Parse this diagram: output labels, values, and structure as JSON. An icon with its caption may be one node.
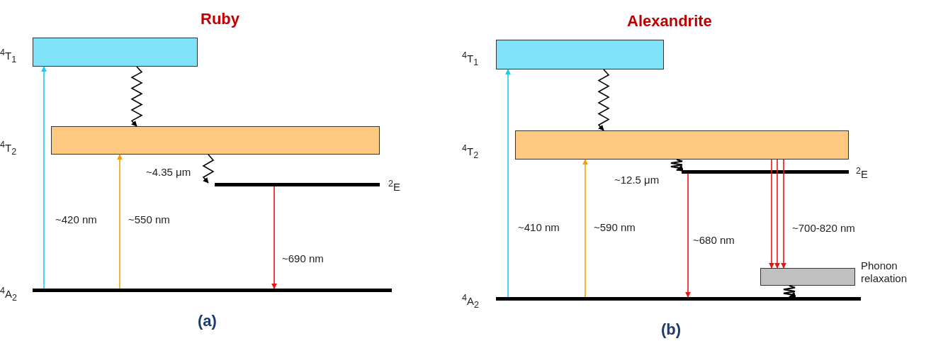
{
  "diagram": {
    "nodes": [
      {
        "text": [
          "$^{4}$T$_{1}$"
        ]
      },
      {
        "text": [
          "$^{4}$T$_{2}$"
        ]
      },
      {
        "text": [
          "$^{2}$E"
        ]
      },
      {
        "text": [
          "$^{4}$A$_{2}$"
        ]
      },
      {
        "text": [
          "$^{4}$T$_{1}$"
        ]
      },
      {
        "text": [
          "$^{4}$T$_{2}$"
        ]
      },
      {
        "text": [
          "$^{2}$E"
        ]
      },
      {
        "text": [
          "Phonon relaxation"
        ]
      },
      {
        "text": [
          "$^{4}$A$_{2}$"
        ]
      }
    ],
    "edges": [
      {
        "from": 3,
        "to": 0,
        "arrow": "to",
        "label": "~420 nm",
        "color": "#1ec8f0"
      },
      {
        "from": 3,
        "to": 1,
        "arrow": "to",
        "label": "~550 nm",
        "color": "#f5a000"
      },
      {
        "from": 0,
        "to": 1,
        "arrow": "to",
        "color": "#000000"
      },
      {
        "from": 1,
        "to": 2,
        "arrow": "to",
        "label": "~4.35 μm",
        "color": "#000000"
      },
      {
        "from": 2,
        "to": 3,
        "arrow": "to",
        "label": "~690 nm",
        "color": "#ee1111"
      },
      {
        "from": 8,
        "to": 4,
        "arrow": "to",
        "label": "~410 nm",
        "color": "#1ec8f0"
      },
      {
        "from": 8,
        "to": 5,
        "arrow": "to",
        "label": "~590 nm",
        "color": "#f5a000"
      },
      {
        "from": 4,
        "to": 5,
        "arrow": "to",
        "color": "#000000"
      },
      {
        "from": 5,
        "to": 6,
        "arrow": "to",
        "label": "~12.5 μm",
        "color": "#000000"
      },
      {
        "from": 6,
        "to": 8,
        "arrow": "to",
        "label": "~680 nm",
        "color": "#ee1111"
      },
      {
        "from": 5,
        "to": 7,
        "arrow": "to",
        "color": "#ee1111"
      },
      {
        "from": 5,
        "to": 7,
        "arrow": "to",
        "color": "#ee1111"
      },
      {
        "from": 5,
        "to": 7,
        "arrow": "to",
        "label": "~700-820 nm",
        "color": "#ee1111"
      },
      {
        "from": 7,
        "to": 8,
        "arrow": "to",
        "color": "#000000"
      }
    ],
    "labels": [
      "Ruby",
      "Alexandrite",
      "(a)",
      "(b)"
    ]
  }
}
